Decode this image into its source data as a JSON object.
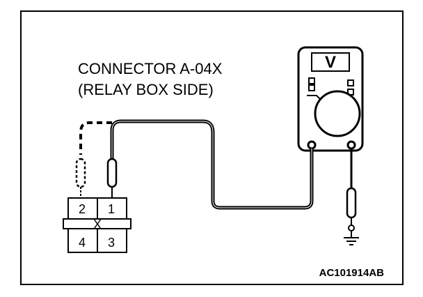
{
  "diagram": {
    "connector_label_line1": "CONNECTOR A-04X",
    "connector_label_line2": "(RELAY BOX SIDE)",
    "meter_unit": "V",
    "pins": {
      "p1": "1",
      "p2": "2",
      "p3": "3",
      "p4": "4",
      "cross": "X"
    },
    "figure_code": "AC101914AB"
  }
}
